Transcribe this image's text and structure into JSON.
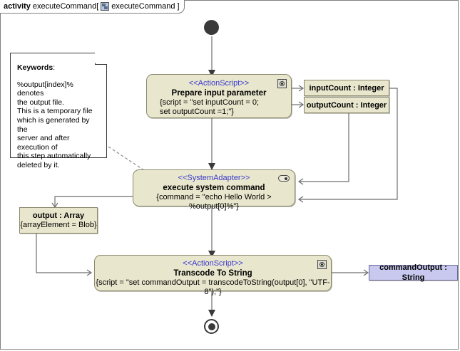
{
  "frame": {
    "keyword": "activity",
    "name": "executeCommand[",
    "tab_name": "executeCommand",
    "bracket_close": "]",
    "icon": "activity-diagram-icon"
  },
  "note": {
    "title": "Keywords",
    "title_suffix": ":",
    "line1": "%output[index]% denotes",
    "line2": "the output file.",
    "line3": "This is a temporary file",
    "line4": "which is generated by the",
    "line5": "server and after execution of",
    "line6": "this step automatically",
    "line7": "deleted by it."
  },
  "nodes": {
    "prepare": {
      "stereotype": "<<ActionScript>>",
      "name": "Prepare input parameter",
      "body_line1": "{script = \"set inputCount = 0;",
      "body_line2": "set outputCount =1;\"}",
      "icon": "script-icon"
    },
    "execute": {
      "stereotype": "<<SystemAdapter>>",
      "name": "execute system command",
      "body_line1": "{command = \"echo Hello World > %output[0]%\"}",
      "icon": "adapter-icon"
    },
    "transcode": {
      "stereotype": "<<ActionScript>>",
      "name": "Transcode To String",
      "body_line1": "{script = \"set commandOutput = transcodeToString(output[0], \"UTF-8\");\"}",
      "icon": "script-icon"
    }
  },
  "objects": {
    "input_count": {
      "label": "inputCount : Integer"
    },
    "output_count": {
      "label": "outputCount : Integer"
    },
    "output_array": {
      "label": "output : Array",
      "sub": "{arrayElement = Blob}"
    },
    "command_output": {
      "label": "commandOutput : String"
    }
  },
  "control": {
    "initial": "initial-node",
    "final": "activity-final-node"
  },
  "colors": {
    "node_fill": "#e8e6cc",
    "node_border": "#8c8a6e",
    "stereotype_text": "#3a3ad0",
    "object_blue_fill": "#c9c9ef",
    "edge": "#6e6e6e",
    "control_node": "#3a3a3a"
  }
}
